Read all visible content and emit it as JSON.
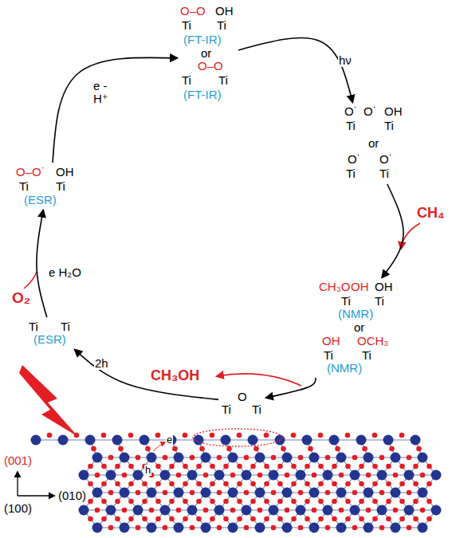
{
  "diagram": {
    "nodes": [
      {
        "text": [
          "O–O",
          "OH",
          "Ti",
          "Ti",
          "(FT-IR)",
          "or",
          "O–O",
          "Ti",
          "Ti",
          "(FT-IR)"
        ]
      },
      {
        "text": [
          "O˙",
          "O˙",
          "OH",
          "Ti",
          "Ti",
          "or",
          "O˙",
          "O˙",
          "Ti",
          "Ti"
        ]
      },
      {
        "text": [
          "CH₃O",
          "OH",
          "OH",
          "Ti",
          "Ti",
          "(NMR)",
          "or",
          "OH",
          "OCH₃",
          "Ti",
          "Ti",
          "(NMR)"
        ]
      },
      {
        "text": [
          "O",
          "Ti",
          "Ti"
        ]
      },
      {
        "text": [
          "Ti",
          "Ti",
          "(ESR)"
        ]
      },
      {
        "text": [
          "O–O˙",
          "OH",
          "Ti",
          "Ti",
          "(ESR)"
        ]
      }
    ],
    "edges": [
      {
        "from": 0,
        "to": 1,
        "label": "hν",
        "arrow": "to"
      },
      {
        "from": 1,
        "to": 2,
        "arrow": "to"
      },
      {
        "from": 2,
        "to": 3,
        "arrow": "to"
      },
      {
        "from": 3,
        "to": 4,
        "label": "2h",
        "arrow": "to"
      },
      {
        "from": 4,
        "to": 5,
        "label": "e H₂O",
        "arrow": "to"
      },
      {
        "from": 5,
        "to": 0,
        "label": "e -H⁺",
        "arrow": "to"
      }
    ],
    "labels": [
      "CH₄",
      "CH₃OH",
      "O₂",
      "(001)",
      "(010)",
      "(100)",
      "e",
      "h"
    ]
  }
}
